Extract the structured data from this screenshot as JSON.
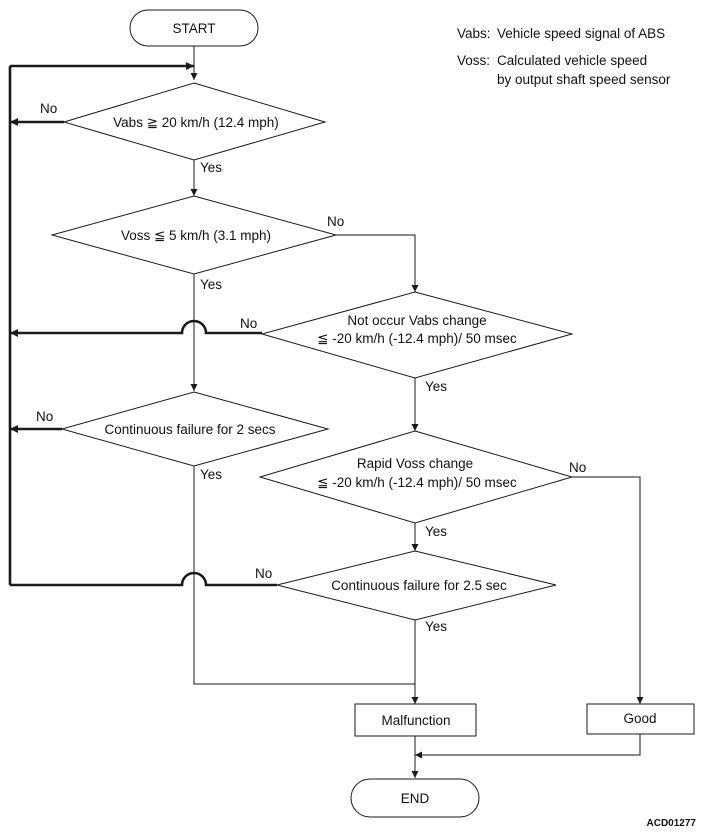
{
  "legend": {
    "vabs_abbr": "Vabs:",
    "vabs_desc": "Vehicle speed signal of ABS",
    "voss_abbr": "Voss:",
    "voss_desc_1": "Calculated vehicle speed",
    "voss_desc_2": "by output shaft speed sensor"
  },
  "nodes": {
    "start": "START",
    "d1": "Vabs ≧ 20 km/h (12.4 mph)",
    "d2": "Voss ≦ 5 km/h (3.1 mph)",
    "d3_line1": "Not occur Vabs change",
    "d3_line2": "≦ -20 km/h (-12.4 mph)/ 50 msec",
    "d4": "Continuous failure for 2 secs",
    "d5_line1": "Rapid Voss change",
    "d5_line2": "≦ -20 km/h (-12.4 mph)/ 50 msec",
    "d6": "Continuous failure for 2.5 sec",
    "malfunction": "Malfunction",
    "good": "Good",
    "end": "END"
  },
  "labels": {
    "yes": "Yes",
    "no": "No"
  },
  "reference_code": "ACD01277"
}
